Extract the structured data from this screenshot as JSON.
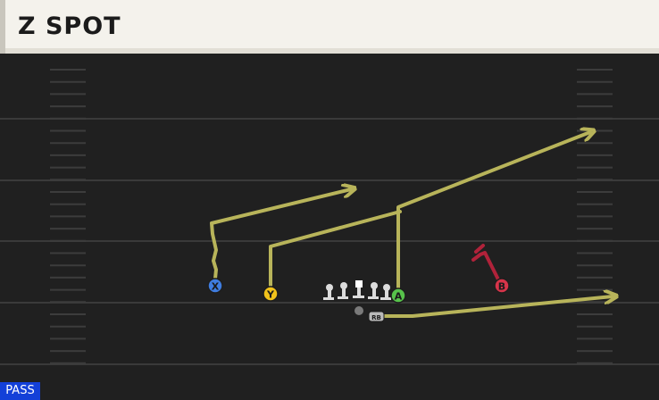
{
  "header": {
    "title": "Z SPOT"
  },
  "play_type": "PASS",
  "colors": {
    "route": "#b8b45a",
    "block": "#b0223a",
    "field": "#202020",
    "yard_line": "#3a3a3a",
    "badge": "#1340d8"
  },
  "players": [
    {
      "id": "x",
      "label": "X",
      "color": "#3f7de0"
    },
    {
      "id": "y",
      "label": "Y",
      "color": "#f1c21b"
    },
    {
      "id": "a",
      "label": "A",
      "color": "#57c24b"
    },
    {
      "id": "b",
      "label": "B",
      "color": "#d7344a"
    },
    {
      "id": "rb",
      "label": "RB",
      "color": "#b9b9b9"
    }
  ],
  "linemen_count": 5,
  "routes": [
    {
      "player": "x",
      "type": "route"
    },
    {
      "player": "y",
      "type": "route"
    },
    {
      "player": "a",
      "type": "route"
    },
    {
      "player": "rb",
      "type": "route"
    },
    {
      "player": "b",
      "type": "block"
    }
  ]
}
